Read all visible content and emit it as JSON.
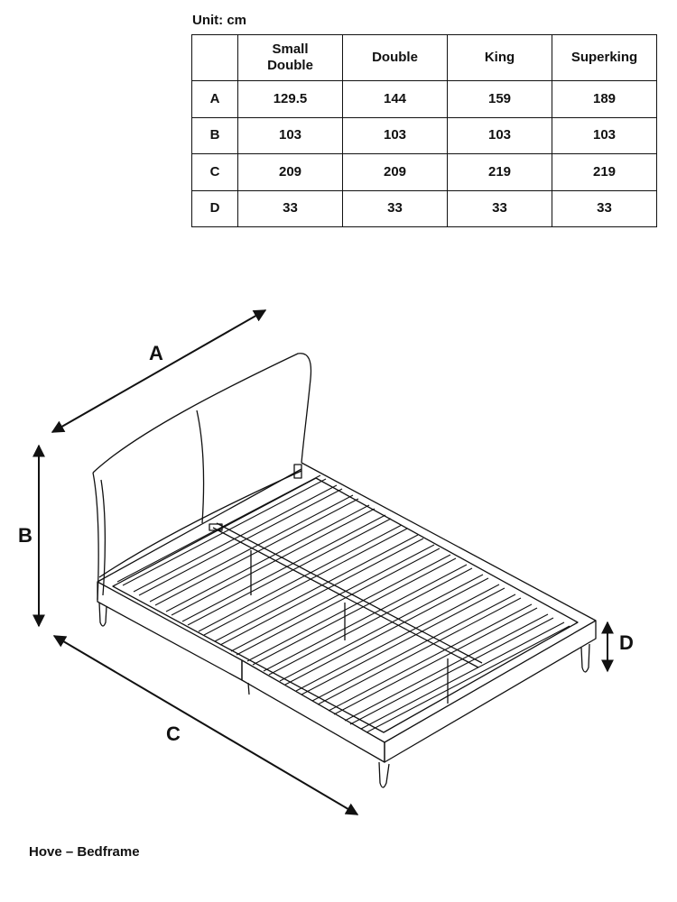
{
  "unit_label": "Unit: cm",
  "table": {
    "corner": "",
    "columns": [
      {
        "line1": "Small",
        "line2": "Double"
      },
      {
        "line1": "Double",
        "line2": ""
      },
      {
        "line1": "King",
        "line2": ""
      },
      {
        "line1": "Superking",
        "line2": ""
      }
    ],
    "rows": [
      {
        "label": "A",
        "values": [
          "129.5",
          "144",
          "159",
          "189"
        ]
      },
      {
        "label": "B",
        "values": [
          "103",
          "103",
          "103",
          "103"
        ]
      },
      {
        "label": "C",
        "values": [
          "209",
          "209",
          "219",
          "219"
        ]
      },
      {
        "label": "D",
        "values": [
          "33",
          "33",
          "33",
          "33"
        ]
      }
    ]
  },
  "diagram": {
    "label_a": "A",
    "label_b": "B",
    "label_c": "C",
    "label_d": "D"
  },
  "caption": "Hove – Bedframe"
}
